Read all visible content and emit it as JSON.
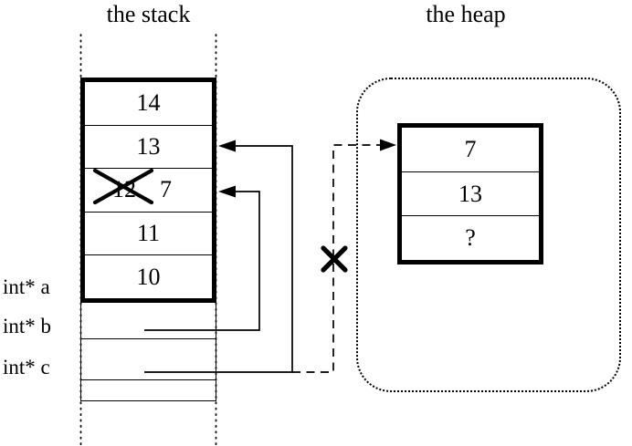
{
  "titles": {
    "stack": "the stack",
    "heap": "the heap"
  },
  "stack_box": {
    "row1": "14",
    "row2": "13",
    "row3_old": "12",
    "row3_new": "7",
    "row4": "11",
    "row5": "10"
  },
  "variables": {
    "a": "int* a",
    "b": "int* b",
    "c": "int* c"
  },
  "heap_box": {
    "row1": "7",
    "row2": "13",
    "row3": "?"
  }
}
